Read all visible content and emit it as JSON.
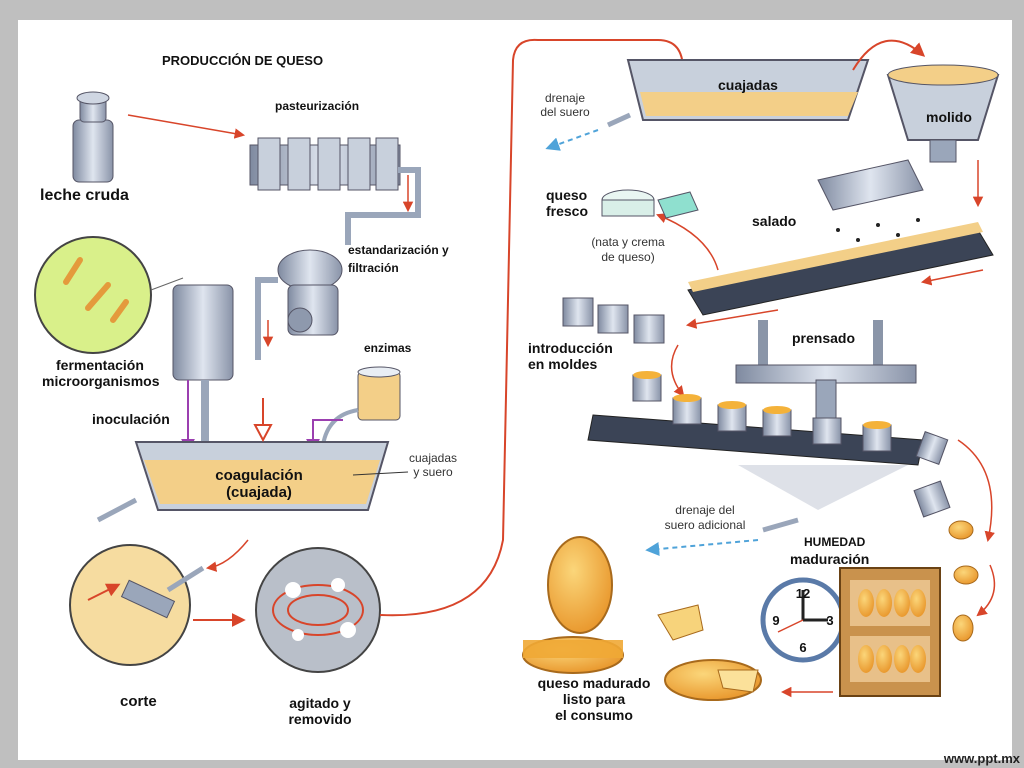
{
  "title": "PRODUCCIÓN DE QUESO",
  "labels": {
    "leche_cruda": "leche cruda",
    "pasteurizacion": "pasteurización",
    "estandarizacion": [
      "estandarización y",
      "filtración"
    ],
    "enzimas": "enzimas",
    "fermentacion": [
      "fermentación",
      "microorganismos"
    ],
    "inoculacion": "inoculación",
    "coagulacion": [
      "coagulación",
      "(cuajada)"
    ],
    "cuajadas_suero": [
      "cuajadas",
      "y suero"
    ],
    "corte": "corte",
    "agitado": [
      "agitado y",
      "removido"
    ],
    "drenaje_suero": [
      "drenaje",
      "del suero"
    ],
    "cuajadas": "cuajadas",
    "molido": "molido",
    "queso_fresco": [
      "queso",
      "fresco"
    ],
    "nata": [
      "(nata y crema",
      "de queso)"
    ],
    "salado": "salado",
    "introduccion": [
      "introducción",
      "en moldes"
    ],
    "prensado": "prensado",
    "drenaje_adicional": [
      "drenaje del",
      "suero adicional"
    ],
    "humedad": "HUMEDAD",
    "maduracion": "maduración",
    "queso_madurado": [
      "queso madurado",
      "listo para",
      "el consumo"
    ]
  },
  "clock_numbers": [
    "12",
    "3",
    "6",
    "9"
  ],
  "watermark": "www.ppt.mx",
  "colors": {
    "arrow_red": "#d8452a",
    "curd": "#f3cf88",
    "cheese": "#f4b23a",
    "metal": "#a9b4c8",
    "belt": "#3b4456",
    "whey_blue": "#4fa3d9",
    "wood": "#c9924d"
  }
}
